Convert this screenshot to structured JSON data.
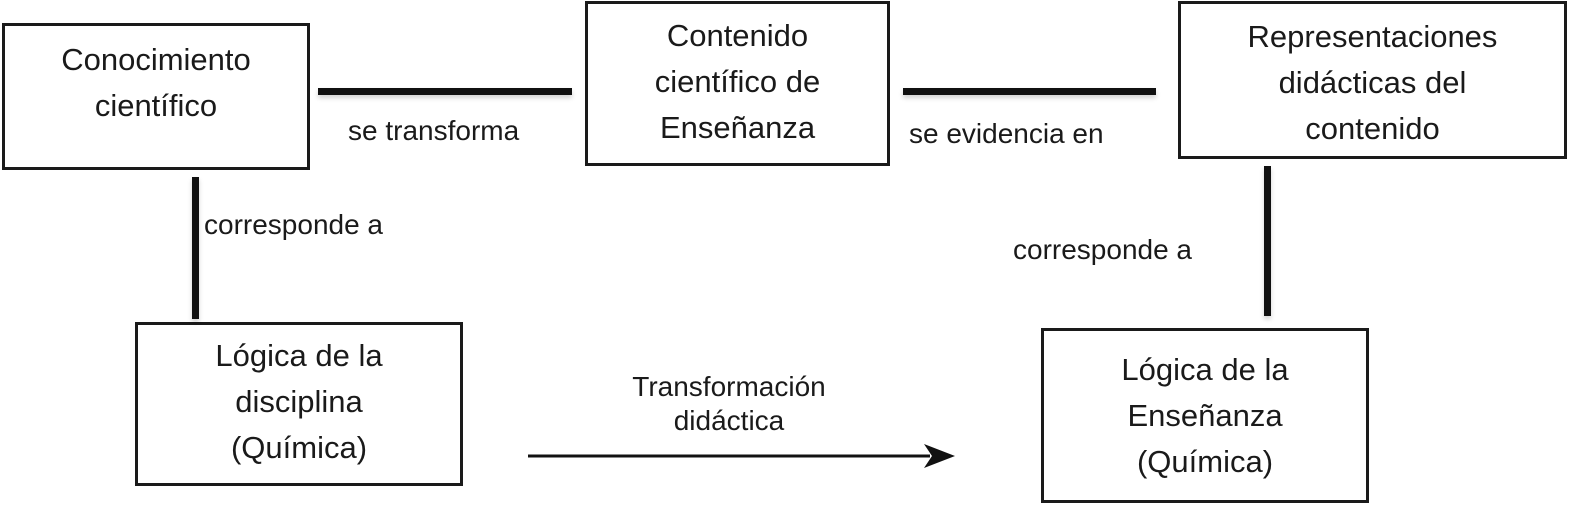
{
  "nodes": {
    "conocimiento": "Conocimiento\ncientífico",
    "contenido": "Contenido\ncientífico de\nEnseñanza",
    "representaciones": "Representaciones\ndidácticas del\ncontenido",
    "logica_disciplina": "Lógica de la\ndisciplina\n(Química)",
    "logica_ensenanza": "Lógica de la\nEnseñanza\n(Química)"
  },
  "edges": {
    "se_transforma": "se transforma",
    "se_evidencia_en": "se evidencia en",
    "corresponde_a_left": "corresponde a",
    "corresponde_a_right": "corresponde a",
    "transformacion_didactica": "Transformación\ndidáctica"
  },
  "colors": {
    "line": "#111111",
    "border": "#1a1a1a",
    "text": "#1a1a1a"
  }
}
